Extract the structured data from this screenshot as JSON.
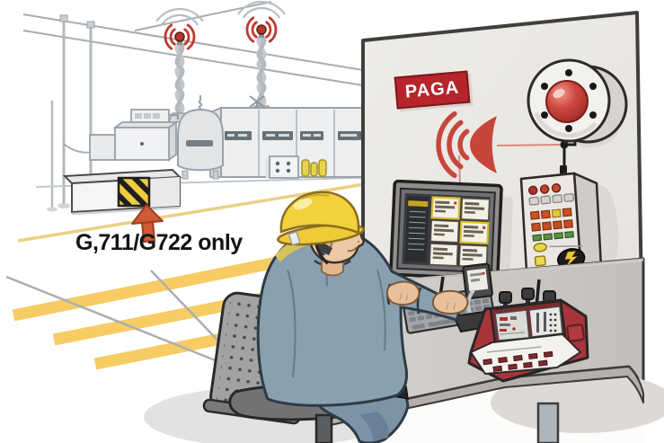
{
  "labels": {
    "paga_sign": "PAGA",
    "codec_annotation": "G,711/G722 only"
  },
  "colors": {
    "paga_sign_bg": "#b5252b",
    "paga_sign_text": "#ffffff",
    "alert_red": "#c7463b",
    "hazard_yellow": "#efcb3e",
    "helmet_yellow": "#f2d23c",
    "wall_gray": "#eae7e3",
    "desk_gray": "#cfc9c5",
    "console_maroon": "#a8353a",
    "floor_marking_yellow": "#f6cc63"
  },
  "scene": {
    "background_items": [
      "overhead-cables",
      "antenna-mast-left",
      "antenna-mast-right",
      "signal-waves",
      "process-cabinets",
      "storage-tank",
      "hazard-striped-cabinet",
      "walkway-markings"
    ],
    "wall_items": [
      "paga-sign",
      "speaker-waves-icon",
      "alarm-bell",
      "zone-control-panel",
      "status-monitor"
    ],
    "desk_items": [
      "keyboard",
      "desk-intercom-mic",
      "paga-console"
    ],
    "person": "control-room-operator"
  }
}
